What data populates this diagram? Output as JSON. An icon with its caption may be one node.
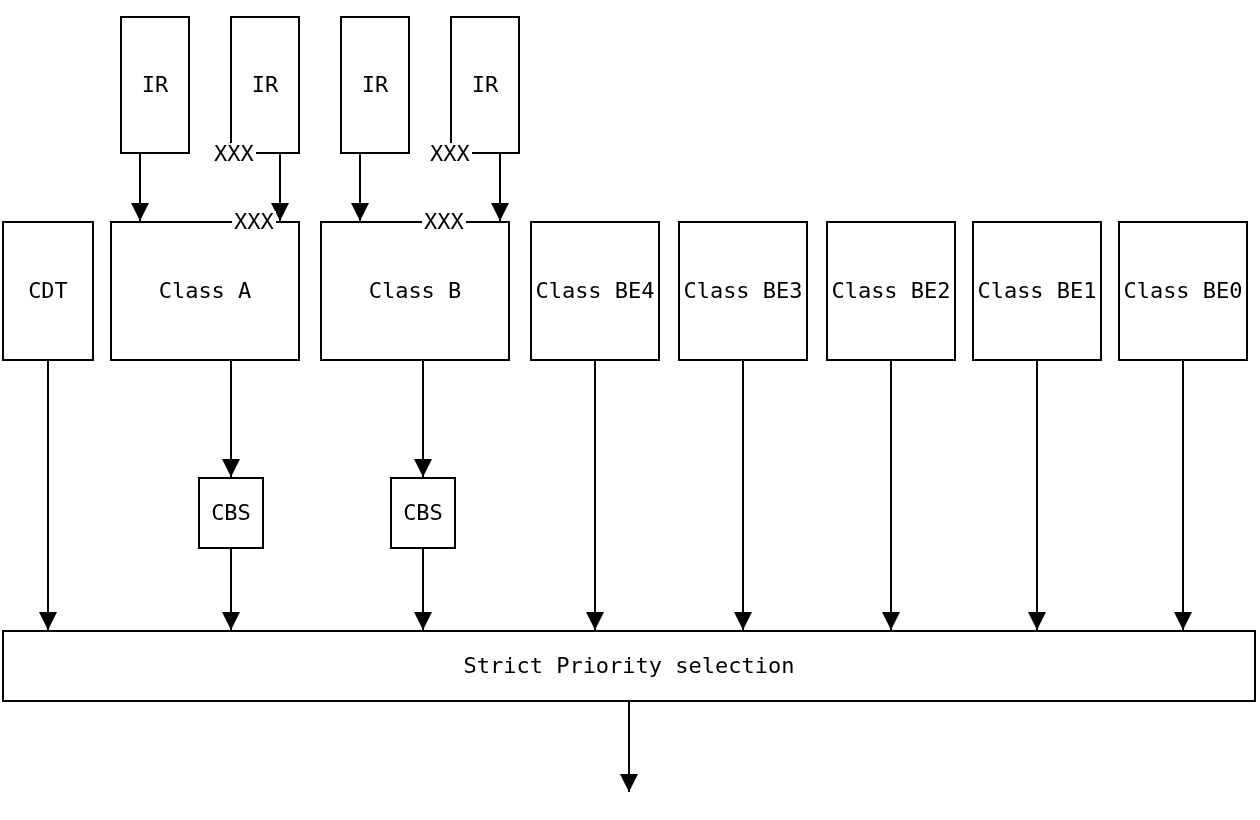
{
  "diagram": {
    "nodes": [
      {
        "text": [
          "IR"
        ]
      },
      {
        "text": [
          "IR"
        ]
      },
      {
        "text": [
          "IR"
        ]
      },
      {
        "text": [
          "IR"
        ]
      },
      {
        "text": [
          "CDT"
        ]
      },
      {
        "text": [
          "Class A"
        ]
      },
      {
        "text": [
          "Class B"
        ]
      },
      {
        "text": [
          "Class BE4"
        ]
      },
      {
        "text": [
          "Class BE3"
        ]
      },
      {
        "text": [
          "Class BE2"
        ]
      },
      {
        "text": [
          "Class BE1"
        ]
      },
      {
        "text": [
          "Class BE0"
        ]
      },
      {
        "text": [
          "CBS"
        ]
      },
      {
        "text": [
          "CBS"
        ]
      },
      {
        "text": [
          "Strict Priority selection"
        ]
      }
    ],
    "edges": [
      {
        "from": 0,
        "to": 5,
        "arrow": "to"
      },
      {
        "from": 1,
        "to": 5,
        "arrow": "to"
      },
      {
        "from": 2,
        "to": 6,
        "arrow": "to"
      },
      {
        "from": 3,
        "to": 6,
        "arrow": "to"
      },
      {
        "from": 5,
        "to": 12,
        "arrow": "to"
      },
      {
        "from": 6,
        "to": 13,
        "arrow": "to"
      },
      {
        "from": 4,
        "to": 14,
        "arrow": "to"
      },
      {
        "from": 12,
        "to": 14,
        "arrow": "to"
      },
      {
        "from": 13,
        "to": 14,
        "arrow": "to"
      },
      {
        "from": 7,
        "to": 14,
        "arrow": "to"
      },
      {
        "from": 8,
        "to": 14,
        "arrow": "to"
      },
      {
        "from": 9,
        "to": 14,
        "arrow": "to"
      },
      {
        "from": 10,
        "to": 14,
        "arrow": "to"
      },
      {
        "from": 11,
        "to": 14,
        "arrow": "to"
      },
      {
        "from": 14,
        "to": null,
        "arrow": "to"
      }
    ],
    "labels": [
      "XXX",
      "XXX",
      "XXX",
      "XXX"
    ]
  }
}
